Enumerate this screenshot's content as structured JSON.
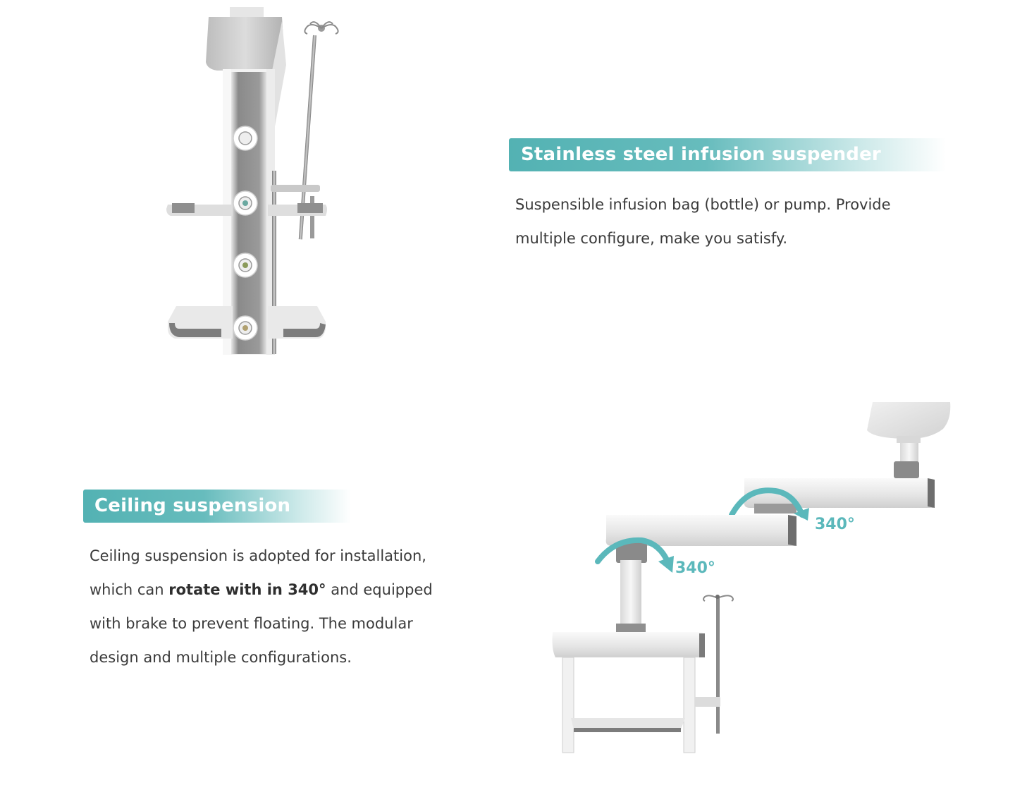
{
  "sections": {
    "infusion": {
      "title": "Stainless steel infusion suspender",
      "lines": [
        "Suspensible infusion bag (bottle) or pump. Provide",
        "multiple configure, make you satisfy."
      ]
    },
    "ceiling": {
      "title": "Ceiling suspension",
      "line1": "Ceiling suspension is adopted for installation,",
      "line2_pre": "which can ",
      "line2_bold": "rotate with in 340°",
      "line2_post": " and equipped",
      "line3": "with brake to prevent floating. The modular",
      "line4": "design and multiple configurations.",
      "rotation_labels": [
        "340°",
        "340°"
      ]
    }
  },
  "colors": {
    "accent": "#53b2b3",
    "rotation_arrow": "#5bb8bb",
    "text": "#3a3a3a"
  },
  "icons": {
    "infusion_image": "infusion-suspender-product-image",
    "ceiling_image": "ceiling-pendant-product-image"
  }
}
